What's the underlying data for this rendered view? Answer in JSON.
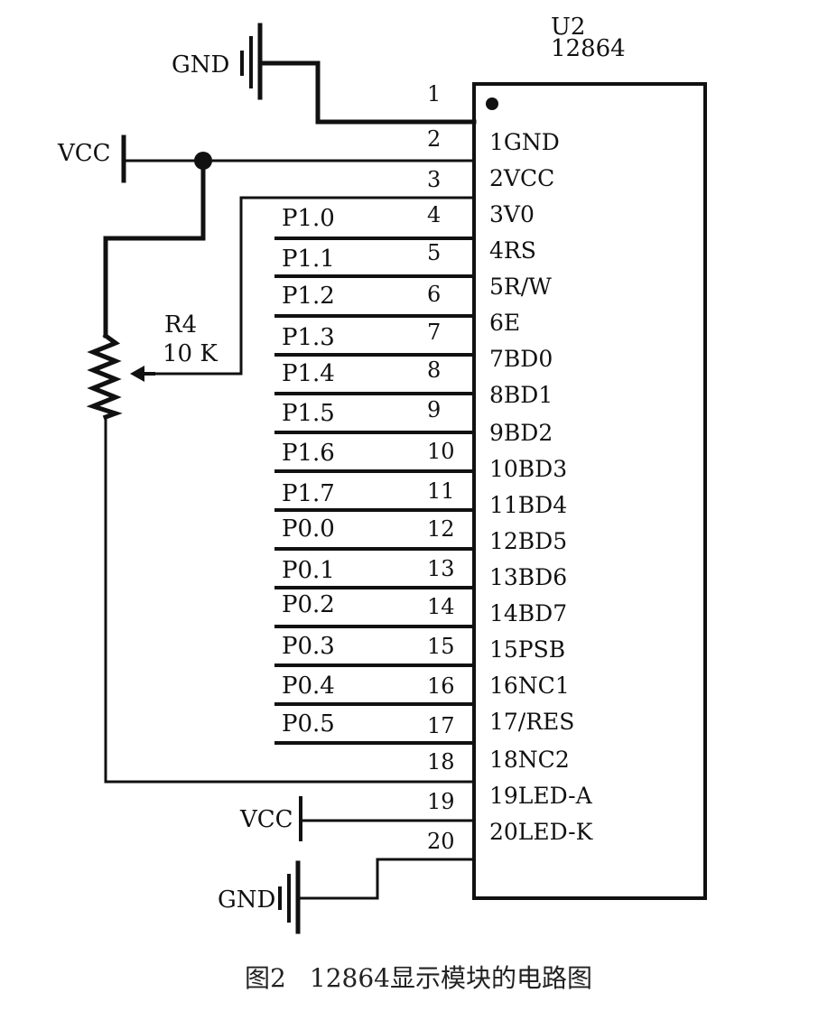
{
  "chip": {
    "ref": "U2",
    "part": "12864"
  },
  "labels": {
    "gnd_top": "GND",
    "vcc_left": "VCC",
    "resistor_ref": "R4",
    "resistor_value": "10 K",
    "vcc_bottom": "VCC",
    "gnd_bottom": "GND"
  },
  "pins": [
    {
      "num": "1",
      "name": "",
      "net": ""
    },
    {
      "num": "2",
      "name": "1GND",
      "net": ""
    },
    {
      "num": "3",
      "name": "2VCC",
      "net": ""
    },
    {
      "num": "4",
      "name": "3V0",
      "net": "P1.0"
    },
    {
      "num": "5",
      "name": "4RS",
      "net": "P1.1"
    },
    {
      "num": "6",
      "name": "5R/W",
      "net": "P1.2"
    },
    {
      "num": "7",
      "name": "6E",
      "net": "P1.3"
    },
    {
      "num": "8",
      "name": "7BD0",
      "net": "P1.4"
    },
    {
      "num": "9",
      "name": "8BD1",
      "net": "P1.5"
    },
    {
      "num": "10",
      "name": "9BD2",
      "net": "P1.6"
    },
    {
      "num": "11",
      "name": "10BD3",
      "net": "P1.7"
    },
    {
      "num": "12",
      "name": "11BD4",
      "net": "P0.0"
    },
    {
      "num": "13",
      "name": "12BD5",
      "net": "P0.1"
    },
    {
      "num": "14",
      "name": "13BD6",
      "net": "P0.2"
    },
    {
      "num": "15",
      "name": "14BD7",
      "net": "P0.3"
    },
    {
      "num": "16",
      "name": "15PSB",
      "net": "P0.4"
    },
    {
      "num": "17",
      "name": "16NC1",
      "net": "P0.5"
    },
    {
      "num": "18",
      "name": "17/RES",
      "net": ""
    },
    {
      "num": "19",
      "name": "18NC2",
      "net": ""
    },
    {
      "num": "20",
      "name": "19LED-A",
      "net": ""
    },
    {
      "num": "",
      "name": "20LED-K",
      "net": ""
    }
  ],
  "caption": {
    "fig": "图2",
    "text": "12864显示模块的电路图"
  }
}
